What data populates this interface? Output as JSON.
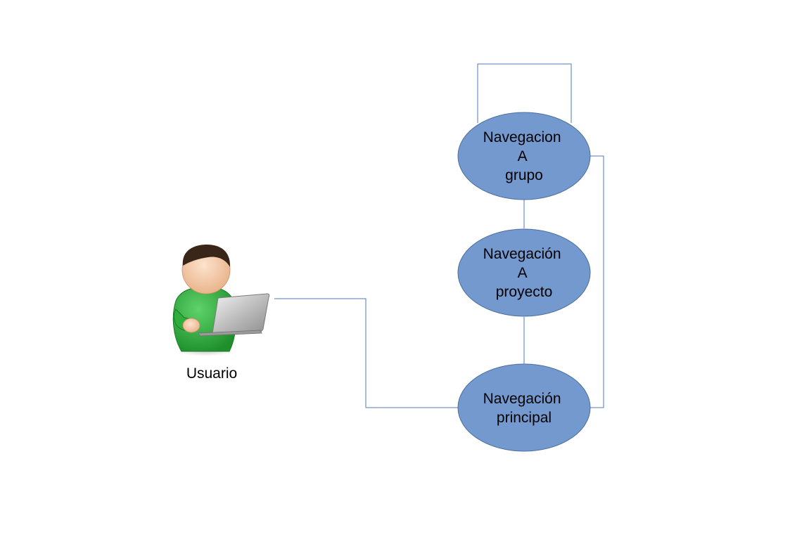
{
  "diagram": {
    "colors": {
      "node_fill": "#7399cf",
      "node_stroke": "#4a6f9f",
      "connector": "#4f7ab8"
    },
    "actor": {
      "label": "Usuario",
      "icon": "user-with-laptop-icon"
    },
    "nodes": [
      {
        "id": "grupo",
        "lines": [
          "Navegacion",
          "A",
          "grupo"
        ]
      },
      {
        "id": "proyecto",
        "lines": [
          "Navegación",
          "A",
          "proyecto"
        ]
      },
      {
        "id": "principal",
        "lines": [
          "Navegación",
          "principal"
        ]
      }
    ],
    "edges": [
      {
        "from": "Usuario",
        "to": "principal"
      },
      {
        "from": "principal",
        "to": "proyecto"
      },
      {
        "from": "proyecto",
        "to": "grupo"
      },
      {
        "from": "grupo",
        "to": "grupo"
      },
      {
        "from": "grupo",
        "to": "principal"
      }
    ]
  }
}
